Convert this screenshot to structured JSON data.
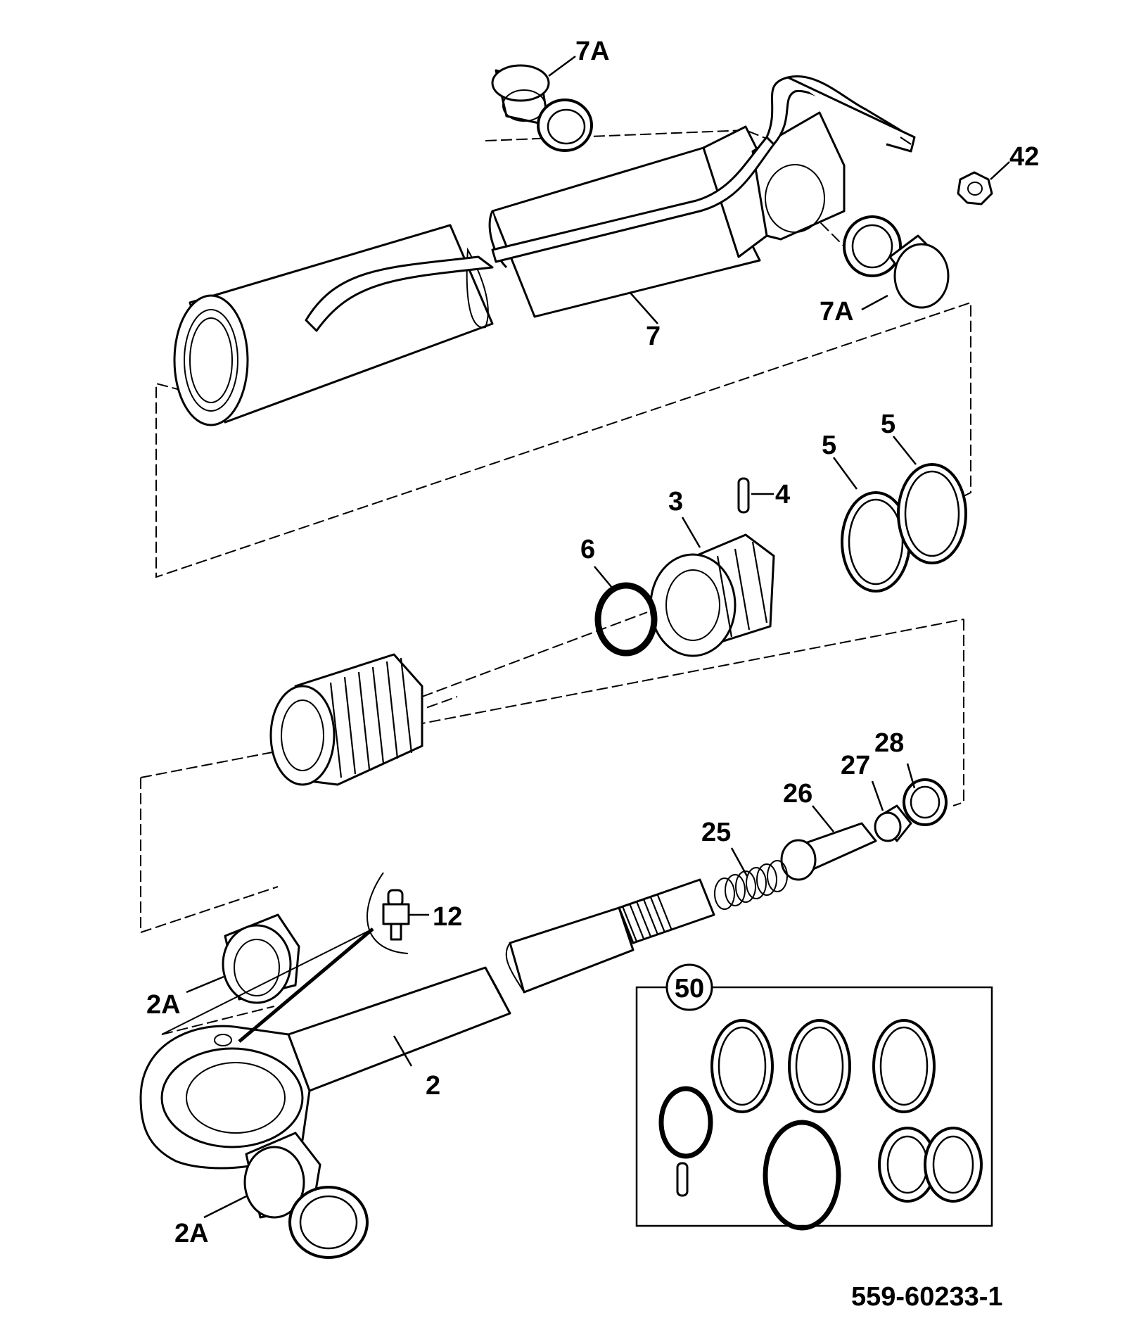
{
  "diagram": {
    "reference_number": "559-60233-1",
    "callouts": {
      "c7a_top": "7A",
      "c42": "42",
      "c7a_right": "7A",
      "c7": "7",
      "c5_left": "5",
      "c5_right": "5",
      "c4": "4",
      "c3": "3",
      "c6": "6",
      "c28": "28",
      "c27": "27",
      "c26": "26",
      "c25": "25",
      "c12": "12",
      "c2a_upper": "2A",
      "c2": "2",
      "c2a_lower": "2A",
      "c50": "50"
    }
  }
}
